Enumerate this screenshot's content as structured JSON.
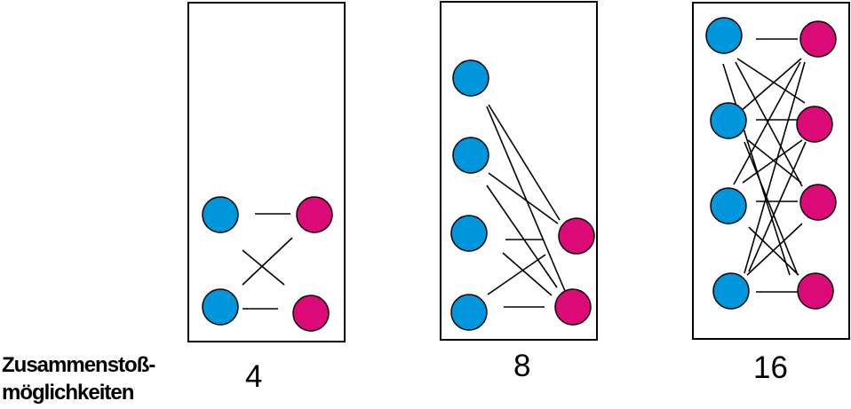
{
  "label": {
    "line1": "Zusammenstoß-",
    "line2": "möglichkeiten"
  },
  "counts": {
    "panel1": "4",
    "panel2": "8",
    "panel3": "16"
  },
  "colors": {
    "blue_particle": "#0096dc",
    "magenta_particle": "#dc0a78",
    "outline": "#000000"
  }
}
